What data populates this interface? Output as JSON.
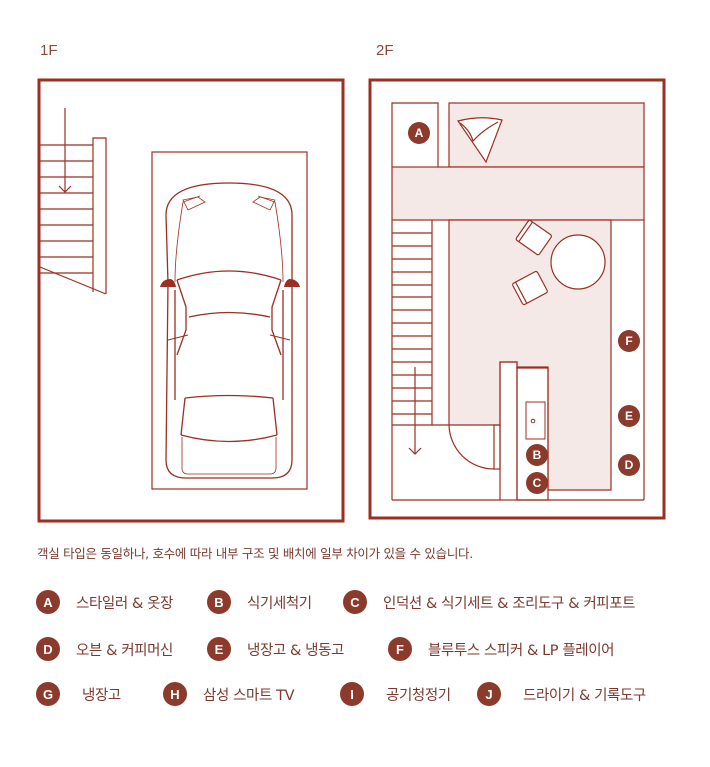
{
  "floors": [
    {
      "label": "1F"
    },
    {
      "label": "2F"
    }
  ],
  "colors": {
    "line": "#9b2f22",
    "badge": "#8b3a2b",
    "fill": "#f5e9e7",
    "text": "#7a3a2f"
  },
  "map_markers": [
    {
      "letter": "A"
    },
    {
      "letter": "B"
    },
    {
      "letter": "C"
    },
    {
      "letter": "D"
    },
    {
      "letter": "E"
    },
    {
      "letter": "F"
    }
  ],
  "note": "객실 타입은 동일하나, 호수에 따라 내부 구조 및 배치에 일부 차이가 있을 수 있습니다.",
  "legend": [
    {
      "letter": "A",
      "label": "스타일러 & 옷장"
    },
    {
      "letter": "B",
      "label": "식기세척기"
    },
    {
      "letter": "C",
      "label": "인덕션 & 식기세트 & 조리도구 & 커피포트"
    },
    {
      "letter": "D",
      "label": "오븐 & 커피머신"
    },
    {
      "letter": "E",
      "label": "냉장고 & 냉동고"
    },
    {
      "letter": "F",
      "label": "블루투스 스피커 & LP 플레이어"
    },
    {
      "letter": "G",
      "label": "냉장고"
    },
    {
      "letter": "H",
      "label": "삼성 스마트 TV"
    },
    {
      "letter": "I",
      "label": "공기청정기"
    },
    {
      "letter": "J",
      "label": "드라이기 & 기록도구"
    }
  ]
}
